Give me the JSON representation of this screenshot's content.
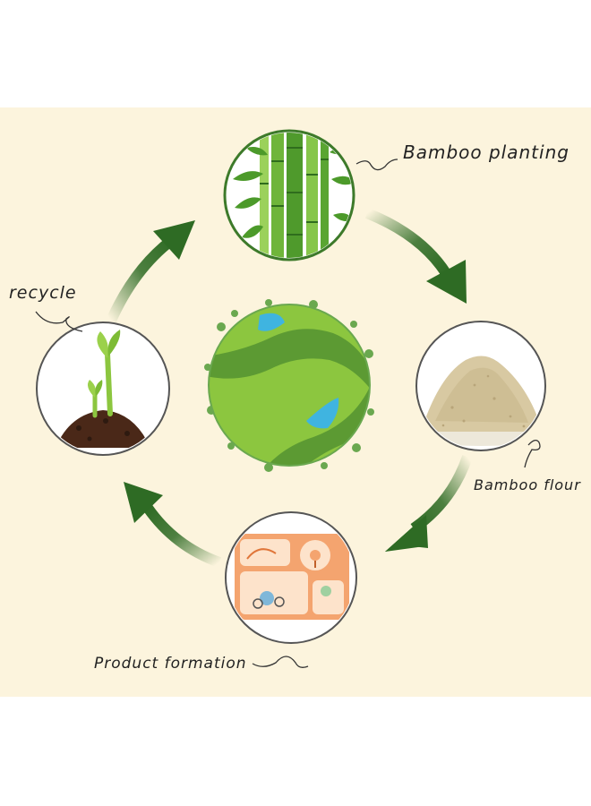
{
  "stages": {
    "planting": {
      "label": "Bamboo planting",
      "icon": "bamboo-icon"
    },
    "flour": {
      "label": "Bamboo flour",
      "icon": "flour-pile-icon"
    },
    "product": {
      "label": "Product formation",
      "icon": "food-tray-icon"
    },
    "recycle": {
      "label": "recycle",
      "icon": "seedling-icon"
    }
  },
  "center": {
    "icon": "green-globe-icon"
  },
  "colors": {
    "background": "#fcf4dd",
    "arrow": "#2e6b24",
    "globe": "#8cc63f",
    "path": "#5c9a33",
    "water": "#3fb4e0",
    "tray": "#f4a46f"
  }
}
